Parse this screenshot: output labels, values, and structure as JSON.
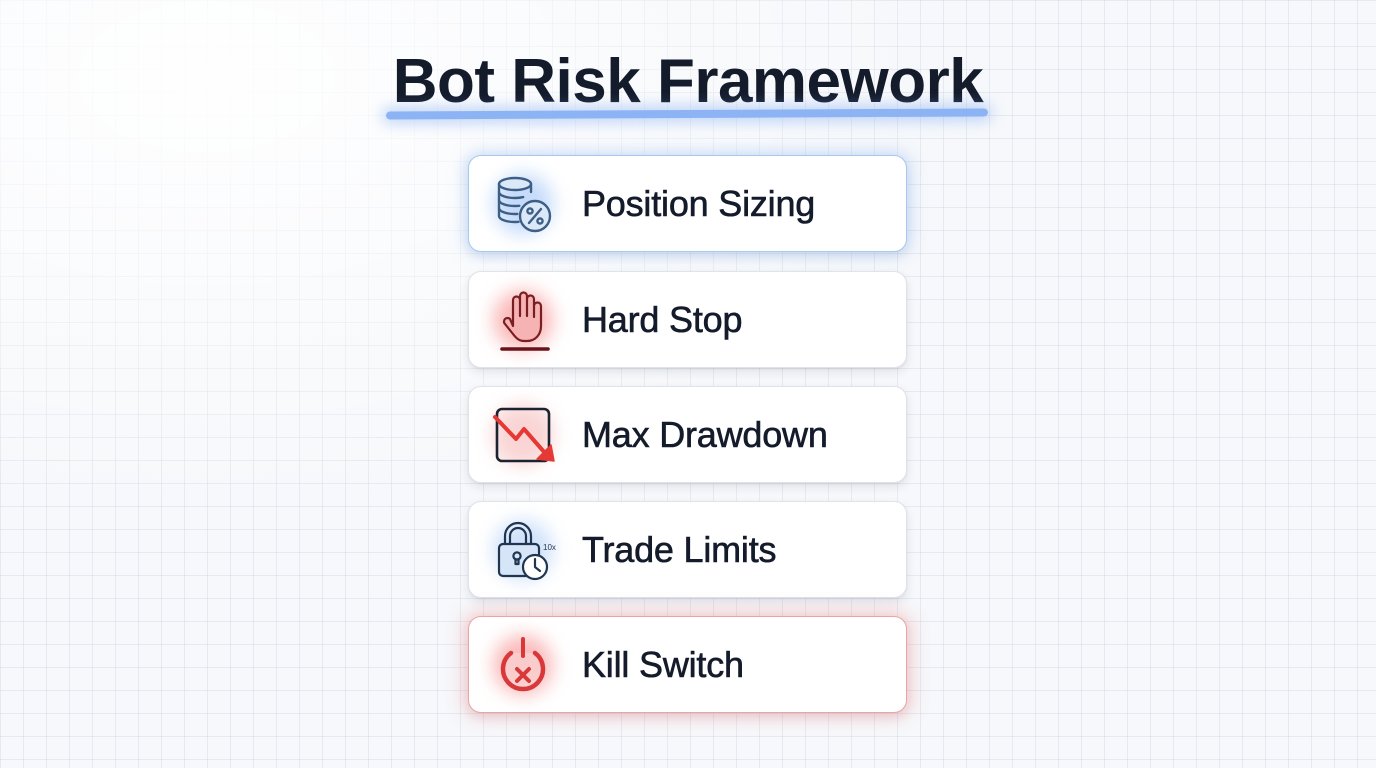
{
  "title": "Bot Risk Framework",
  "colors": {
    "title_text": "#141b2b",
    "underline": "#8cb4f5",
    "blue_accent": "#3b6fb0",
    "red_accent": "#d9383a",
    "dark_red": "#7a1e22",
    "card_bg": "#ffffff",
    "background": "#f6f8fb"
  },
  "items": [
    {
      "label": "Position Sizing",
      "icon": "coins-percent-icon",
      "accent": "blue"
    },
    {
      "label": "Hard Stop",
      "icon": "stop-hand-icon",
      "accent": "none"
    },
    {
      "label": "Max Drawdown",
      "icon": "drawdown-chart-icon",
      "accent": "none"
    },
    {
      "label": "Trade Limits",
      "icon": "lock-clock-icon",
      "accent": "none",
      "badge": "10x"
    },
    {
      "label": "Kill Switch",
      "icon": "power-off-icon",
      "accent": "red"
    }
  ]
}
